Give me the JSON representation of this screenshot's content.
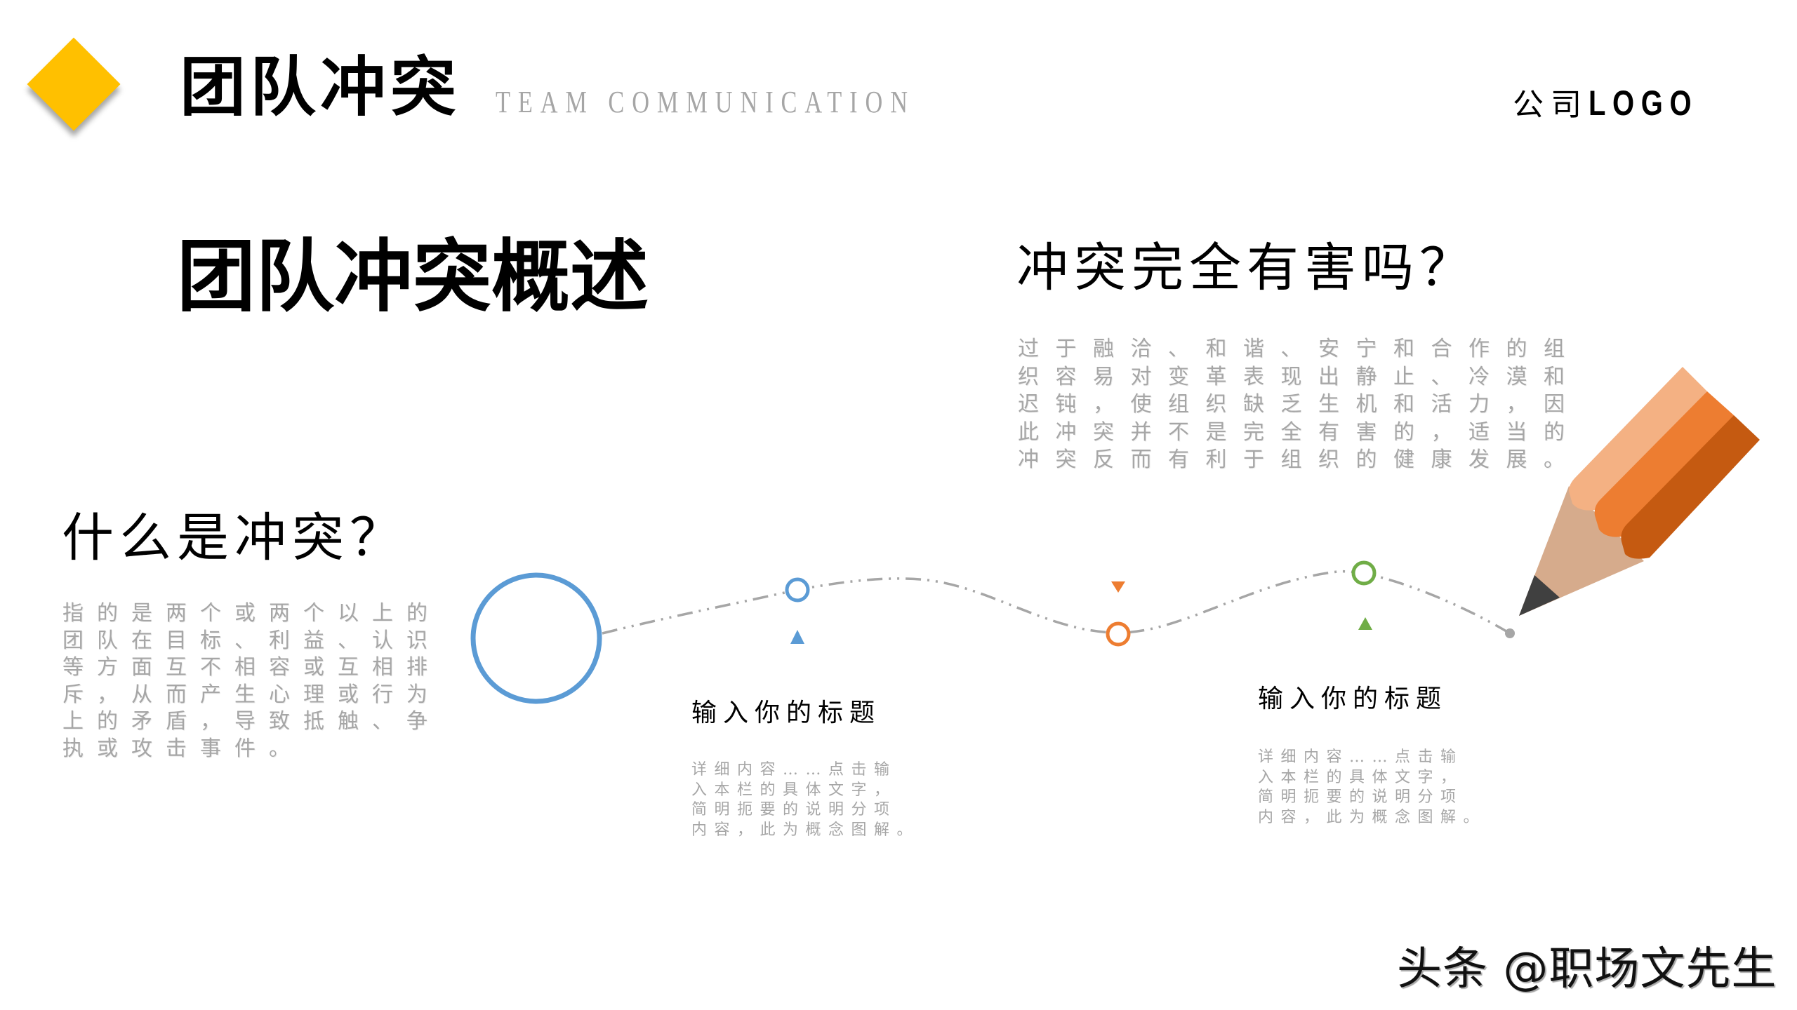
{
  "header": {
    "title": "团队冲突",
    "subtitle": "TEAM COMMUNICATION",
    "logo_cn": "公司",
    "logo_en": "LOGO",
    "accent_color": "#FFC000"
  },
  "main": {
    "title": "团队冲突概述",
    "harmful_section": {
      "heading": "冲突完全有害吗？",
      "lines": [
        "过于融洽、和谐、安宁和合作的组",
        "织容易对变革表现出静止、冷漠和",
        "迟钝，使组织缺乏生机和活力，因",
        "此冲突并不是完全有害的，适当的",
        "冲突反而有利于组织的健康发展。"
      ]
    },
    "definition_section": {
      "heading": "什么是冲突？",
      "lines": [
        "指的是两个或两个以上的",
        "团队在目标、利益、认识",
        "等方面互不相容或互相排",
        "斥，从而产生心理或行为",
        "上的矛盾，导致抵触、争",
        "执或攻击事件。"
      ]
    }
  },
  "timeline": {
    "colors": {
      "blue": "#5B9BD5",
      "orange": "#ED7D31",
      "green": "#70AD47",
      "path": "#A6A6A6"
    },
    "items": [
      {
        "title": "输入你的标题",
        "detail_lines": [
          "详细内容……点击输",
          "入本栏的具体文字，",
          "简明扼要的说明分项",
          "内容，此为概念图解。"
        ]
      },
      {
        "title": "输入你的标题",
        "detail_lines": [
          "详细内容……点击输",
          "入本栏的具体文字，",
          "简明扼要的说明分项",
          "内容，此为概念图解。"
        ]
      }
    ]
  },
  "pencil": {
    "colors": {
      "light": "#F4B183",
      "mid": "#ED7D31",
      "dark": "#C55A11",
      "wood": "#D6AB8C",
      "lead": "#404040"
    }
  },
  "watermark": "头条 @职场文先生"
}
